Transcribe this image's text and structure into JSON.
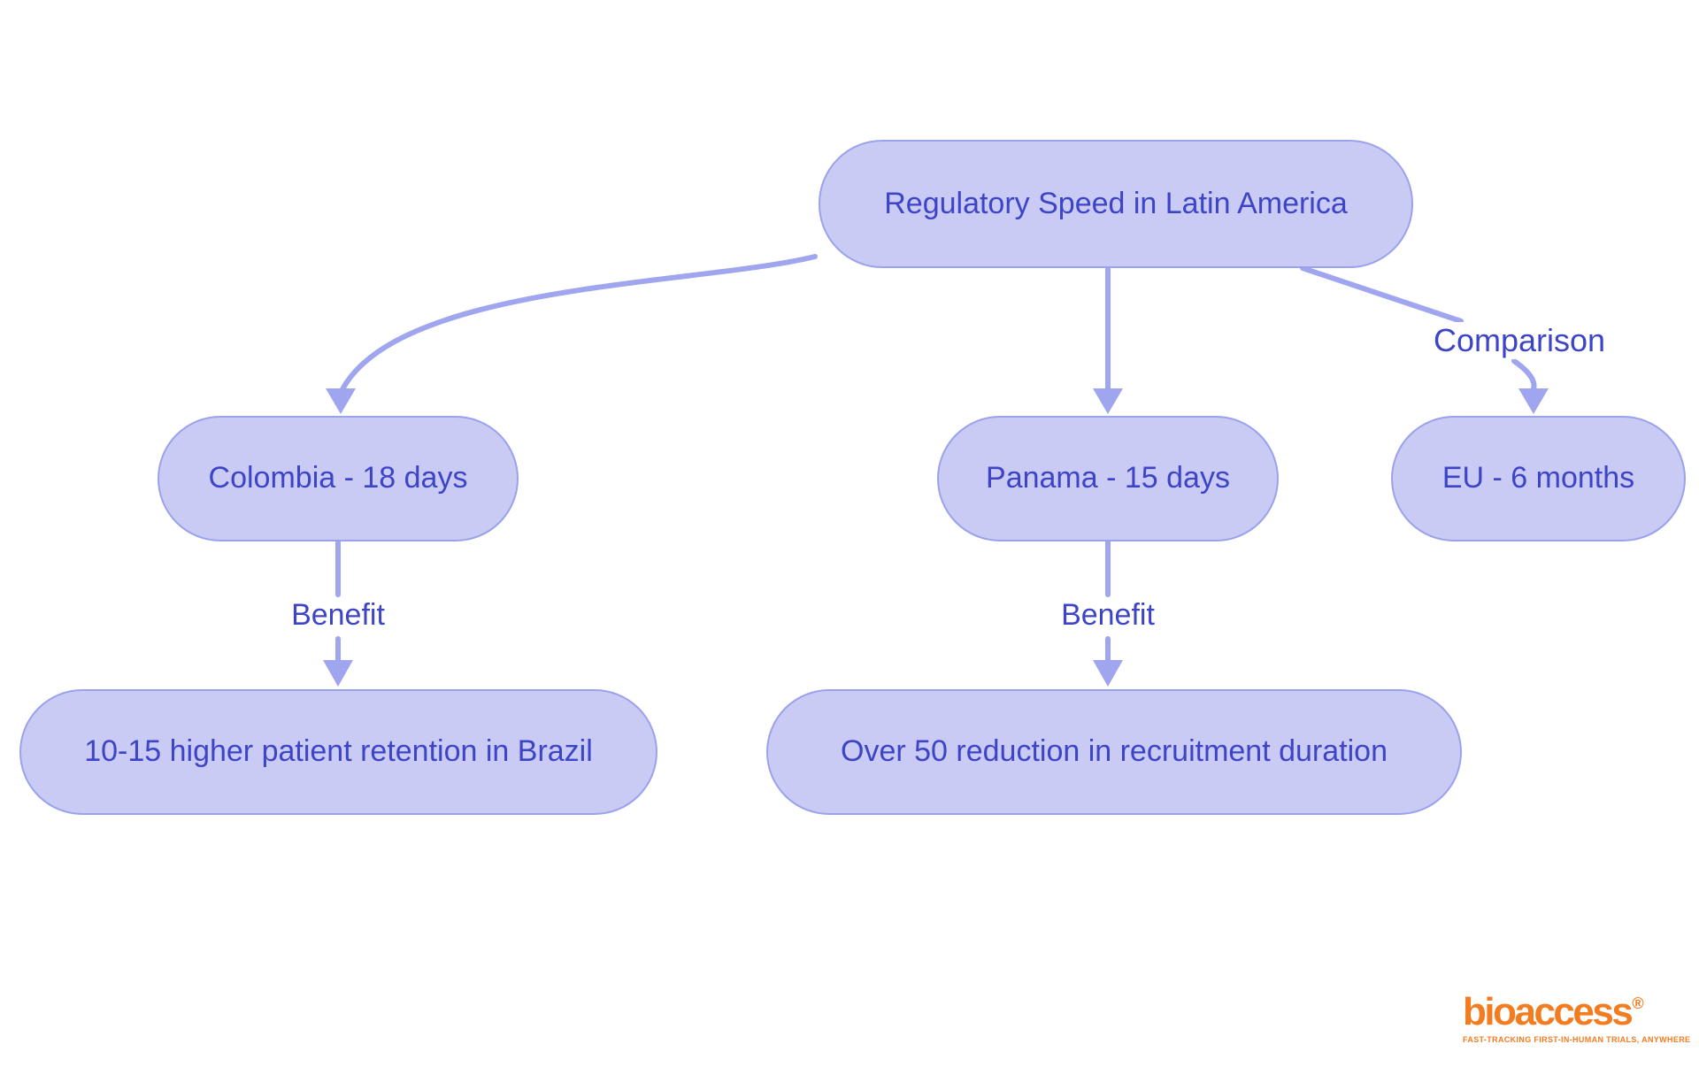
{
  "diagram": {
    "root_label": "Regulatory Speed in Latin America",
    "nodes": {
      "colombia": {
        "label": "Colombia - 18 days"
      },
      "panama": {
        "label": "Panama - 15 days"
      },
      "eu": {
        "label": "EU - 6 months"
      },
      "brazil_benefit": {
        "label": "10-15 higher patient retention in Brazil"
      },
      "recruitment_benefit": {
        "label": "Over 50 reduction in recruitment duration"
      }
    },
    "edge_labels": {
      "comparison": "Comparison",
      "benefit_colombia": "Benefit",
      "benefit_panama": "Benefit"
    },
    "colors": {
      "node_fill": "#c9cbf4",
      "node_border": "#9aa2ec",
      "edge": "#9fa5ee",
      "text": "#3d44c6",
      "background": "#ffffff",
      "logo_orange": "#f47c20"
    }
  },
  "logo": {
    "wordmark": "bioaccess",
    "registered_mark": "®",
    "tagline": "FAST-TRACKING FIRST-IN-HUMAN TRIALS, ANYWHERE"
  }
}
